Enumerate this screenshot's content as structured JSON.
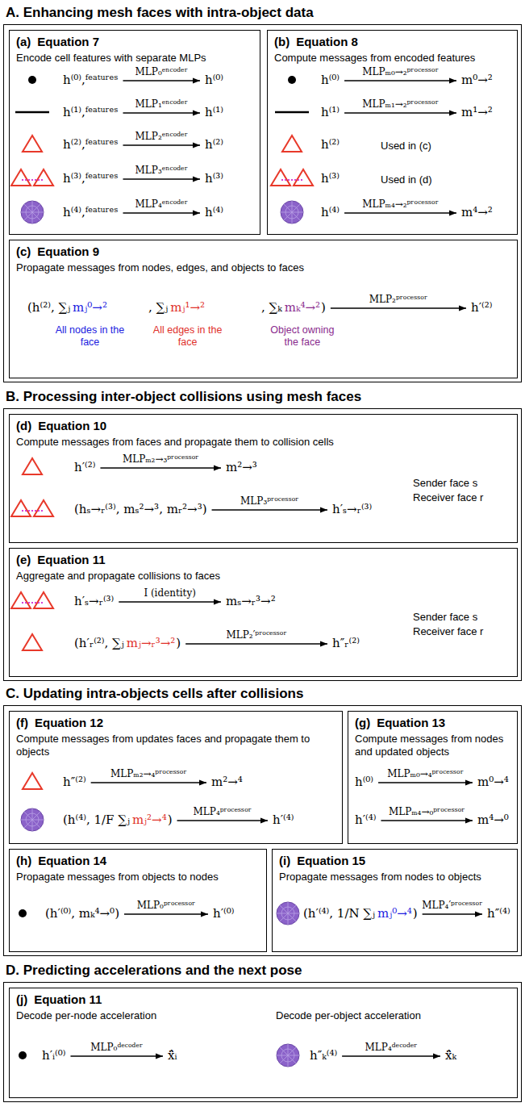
{
  "diagram": {
    "nodes": [
      {
        "text": [
          "A. Enhancing mesh faces with intra-object data"
        ]
      },
      {
        "text": [
          "(a)",
          "Equation 7",
          "Encode cell features with separate MLPs",
          "h⁽⁰⁾,ᶠᵉᵃᵗᵘʳᵉˢ",
          "MLP₀ᵉⁿᶜᵒᵈᵉʳ",
          "h⁽⁰⁾",
          "h⁽¹⁾,ᶠᵉᵃᵗᵘʳᵉˢ",
          "MLP₁ᵉⁿᶜᵒᵈᵉʳ",
          "h⁽¹⁾",
          "h⁽²⁾,ᶠᵉᵃᵗᵘʳᵉˢ",
          "MLP₂ᵉⁿᶜᵒᵈᵉʳ",
          "h⁽²⁾",
          "h⁽³⁾,ᶠᵉᵃᵗᵘʳᵉˢ",
          "MLP₃ᵉⁿᶜᵒᵈᵉʳ",
          "h⁽³⁾",
          "h⁽⁴⁾,ᶠᵉᵃᵗᵘʳᵉˢ",
          "MLP₄ᵉⁿᶜᵒᵈᵉʳ",
          "h⁽⁴⁾"
        ],
        "in": 0
      },
      {
        "text": [
          "(b)",
          "Equation 8",
          "Compute messages from encoded features",
          "h⁽⁰⁾",
          "MLPₘ₀→₂ᵖʳᵒᶜᵉˢˢᵒʳ",
          "m⁰→²",
          "h⁽¹⁾",
          "MLPₘ₁→₂ᵖʳᵒᶜᵉˢˢᵒʳ",
          "m¹→²",
          "h⁽²⁾",
          "Used in (c)",
          "h⁽³⁾",
          "Used in (d)",
          "h⁽⁴⁾",
          "MLPₘ₄→₂ᵖʳᵒᶜᵉˢˢᵒʳ",
          "m⁴→²"
        ],
        "in": 0
      },
      {
        "text": [
          "(c)",
          "Equation 9",
          "Propagate messages from nodes, edges, and objects to faces",
          "(h⁽²⁾, ∑ⱼ",
          "mⱼ⁰→²",
          ", ∑ⱼ",
          "mⱼ¹→²",
          ", ∑ₖ",
          "mₖ⁴→²",
          ")",
          "MLP₂ᵖʳᵒᶜᵉˢˢᵒʳ",
          "h′⁽²⁾",
          "All nodes in the face",
          "All edges in the face",
          "Object owning the face"
        ],
        "in": 0
      },
      {
        "text": [
          "B. Processing inter-object collisions using mesh faces"
        ]
      },
      {
        "text": [
          "(d)",
          "Equation 10",
          "Compute messages from faces and propagate them to collision cells",
          "h′⁽²⁾",
          "MLPₘ₂→₃ᵖʳᵒᶜᵉˢˢᵒʳ",
          "m²→³",
          "(hₛ→ᵣ⁽³⁾, mₛ²→³, mᵣ²→³)",
          "MLP₃ᵖʳᵒᶜᵉˢˢᵒʳ",
          "h′ₛ→ᵣ⁽³⁾",
          "Sender face s",
          "Receiver face r"
        ],
        "in": 4
      },
      {
        "text": [
          "(e)",
          "Equation 11",
          "Aggregate and propagate collisions to faces",
          "h′ₛ→ᵣ⁽³⁾",
          "I (identity)",
          "mₛ→ᵣ³→²",
          "(h′ᵣ⁽²⁾, ∑ⱼ",
          "mⱼ→ᵣ³→²",
          ")",
          "MLP₂′ᵖʳᵒᶜᵉˢˢᵒʳ",
          "h″ᵣ⁽²⁾",
          "Sender face s",
          "Receiver face r"
        ],
        "in": 4
      },
      {
        "text": [
          "C. Updating intra-objects cells after collisions"
        ]
      },
      {
        "text": [
          "(f)",
          "Equation 12",
          "Compute messages from updates faces and propagate them to objects",
          "h″⁽²⁾",
          "MLPₘ₂→₄ᵖʳᵒᶜᵉˢˢᵒʳ",
          "m²→⁴",
          "(h⁽⁴⁾, 1/F ∑ⱼ",
          "mⱼ²→⁴",
          ")",
          "MLP₄ᵖʳᵒᶜᵉˢˢᵒʳ",
          "h′⁽⁴⁾"
        ],
        "in": 7
      },
      {
        "text": [
          "(g)",
          "Equation 13",
          "Compute messages from nodes and updated objects",
          "h⁽⁰⁾",
          "MLPₘ₀→₄ᵖʳᵒᶜᵉˢˢᵒʳ",
          "m⁰→⁴",
          "h′⁽⁴⁾",
          "MLPₘ₄→₀ᵖʳᵒᶜᵉˢˢᵒʳ",
          "m⁴→⁰"
        ],
        "in": 7
      },
      {
        "text": [
          "(h)",
          "Equation 14",
          "Propagate messages from objects to nodes",
          "(h′⁽⁰⁾, mₖ⁴→⁰)",
          "MLP₀ᵖʳᵒᶜᵉˢˢᵒʳ",
          "h′⁽⁰⁾"
        ],
        "in": 7
      },
      {
        "text": [
          "(i)",
          "Equation 15",
          "Propagate messages from nodes to objects",
          "(h′⁽⁴⁾, 1/N ∑ⱼ",
          "mⱼ⁰→⁴",
          ")",
          "MLP₄′ᵖʳᵒᶜᵉˢˢᵒʳ",
          "h″⁽⁴⁾"
        ],
        "in": 7
      },
      {
        "text": [
          "D. Predicting accelerations and the next pose"
        ]
      },
      {
        "text": [
          "(j)",
          "Equation 11",
          "Decode per-node acceleration",
          "Decode per-object acceleration",
          "h′ᵢ⁽⁰⁾",
          "MLP₀ᵈᵉᶜᵒᵈᵉʳ",
          "ẍ̂ᵢ",
          "h″ₖ⁽⁴⁾",
          "MLP₄ᵈᵉᶜᵒᵈᵉʳ",
          "ẍ̂ₖ"
        ],
        "in": 12
      }
    ]
  }
}
